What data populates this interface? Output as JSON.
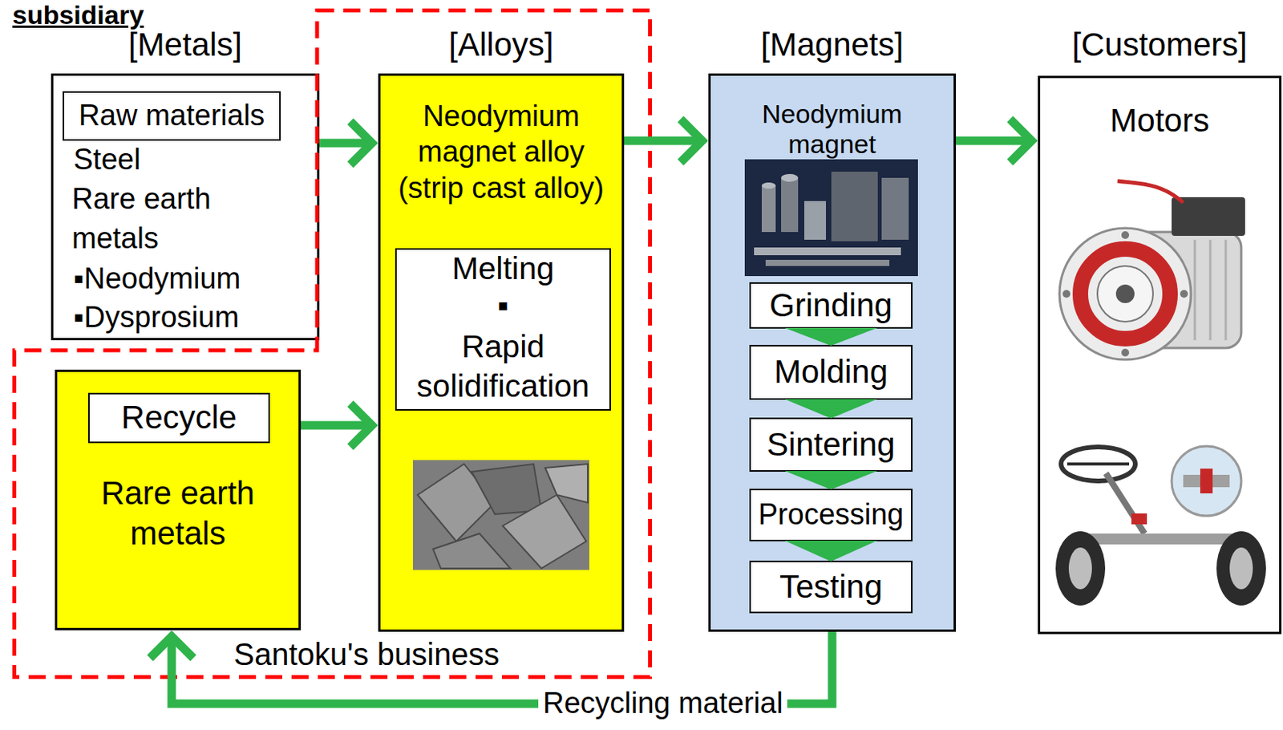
{
  "diagram": {
    "title": "subsidiary",
    "nodes": [
      {
        "text": [
          "[Metals]",
          "Steel",
          "Rare earth metals",
          "▪Neodymium",
          "▪Dysprosium"
        ]
      },
      {
        "text": [
          "Raw materials"
        ],
        "in": 0
      },
      {
        "text": [
          "Santoku's business"
        ]
      },
      {
        "text": [
          "[Alloys]",
          "Neodymium magnet alloy (strip cast alloy)"
        ],
        "in": 2
      },
      {
        "text": [
          "Melting",
          "▪",
          "Rapid solidification"
        ],
        "in": 3
      },
      {
        "text": [
          "Rare earth metals"
        ],
        "in": 2
      },
      {
        "text": [
          "Recycle"
        ],
        "in": 5
      },
      {
        "text": [
          "[Magnets]",
          "Neodymium magnet"
        ]
      },
      {
        "text": [
          "Grinding"
        ],
        "in": 7
      },
      {
        "text": [
          "Molding"
        ],
        "in": 7
      },
      {
        "text": [
          "Sintering"
        ],
        "in": 7
      },
      {
        "text": [
          "Processing"
        ],
        "in": 7
      },
      {
        "text": [
          "Testing"
        ],
        "in": 7
      },
      {
        "text": [
          "[Customers]",
          "Motors"
        ]
      }
    ],
    "edges": [
      {
        "from": 0,
        "to": 3,
        "arrow": "to"
      },
      {
        "from": 5,
        "to": 3,
        "arrow": "to"
      },
      {
        "from": 3,
        "to": 7,
        "arrow": "to"
      },
      {
        "from": 7,
        "to": 13,
        "arrow": "to"
      },
      {
        "from": 7,
        "to": 5,
        "label": "Recycling material",
        "arrow": "to"
      },
      {
        "from": 8,
        "to": 9,
        "arrow": "to"
      },
      {
        "from": 9,
        "to": 10,
        "arrow": "to"
      },
      {
        "from": 10,
        "to": 11,
        "arrow": "to"
      },
      {
        "from": 11,
        "to": 12,
        "arrow": "to"
      }
    ]
  }
}
